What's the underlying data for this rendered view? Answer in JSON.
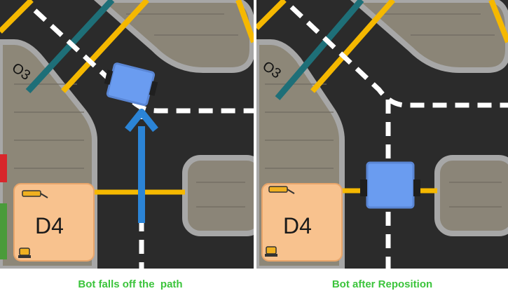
{
  "left_panel": {
    "zone_label": "D4",
    "marker_label": "O3",
    "caption": "Bot falls off the  path"
  },
  "right_panel": {
    "zone_label": "D4",
    "marker_label": "O3",
    "caption": "Bot after Reposition"
  },
  "colors": {
    "road": "#2b2b2b",
    "sidewalk": "#9a9a9a",
    "yellow_line": "#f5b800",
    "teal_line": "#1e6f78",
    "white_path": "#ffffff",
    "zone_fill": "#f8c28e",
    "bot_body": "#6a9cf0",
    "arrow": "#2b84d6",
    "caption_green": "#3cc43c"
  },
  "icons": [
    "excavator-icon",
    "bulldozer-icon",
    "arrow-up-icon",
    "robot-icon"
  ]
}
